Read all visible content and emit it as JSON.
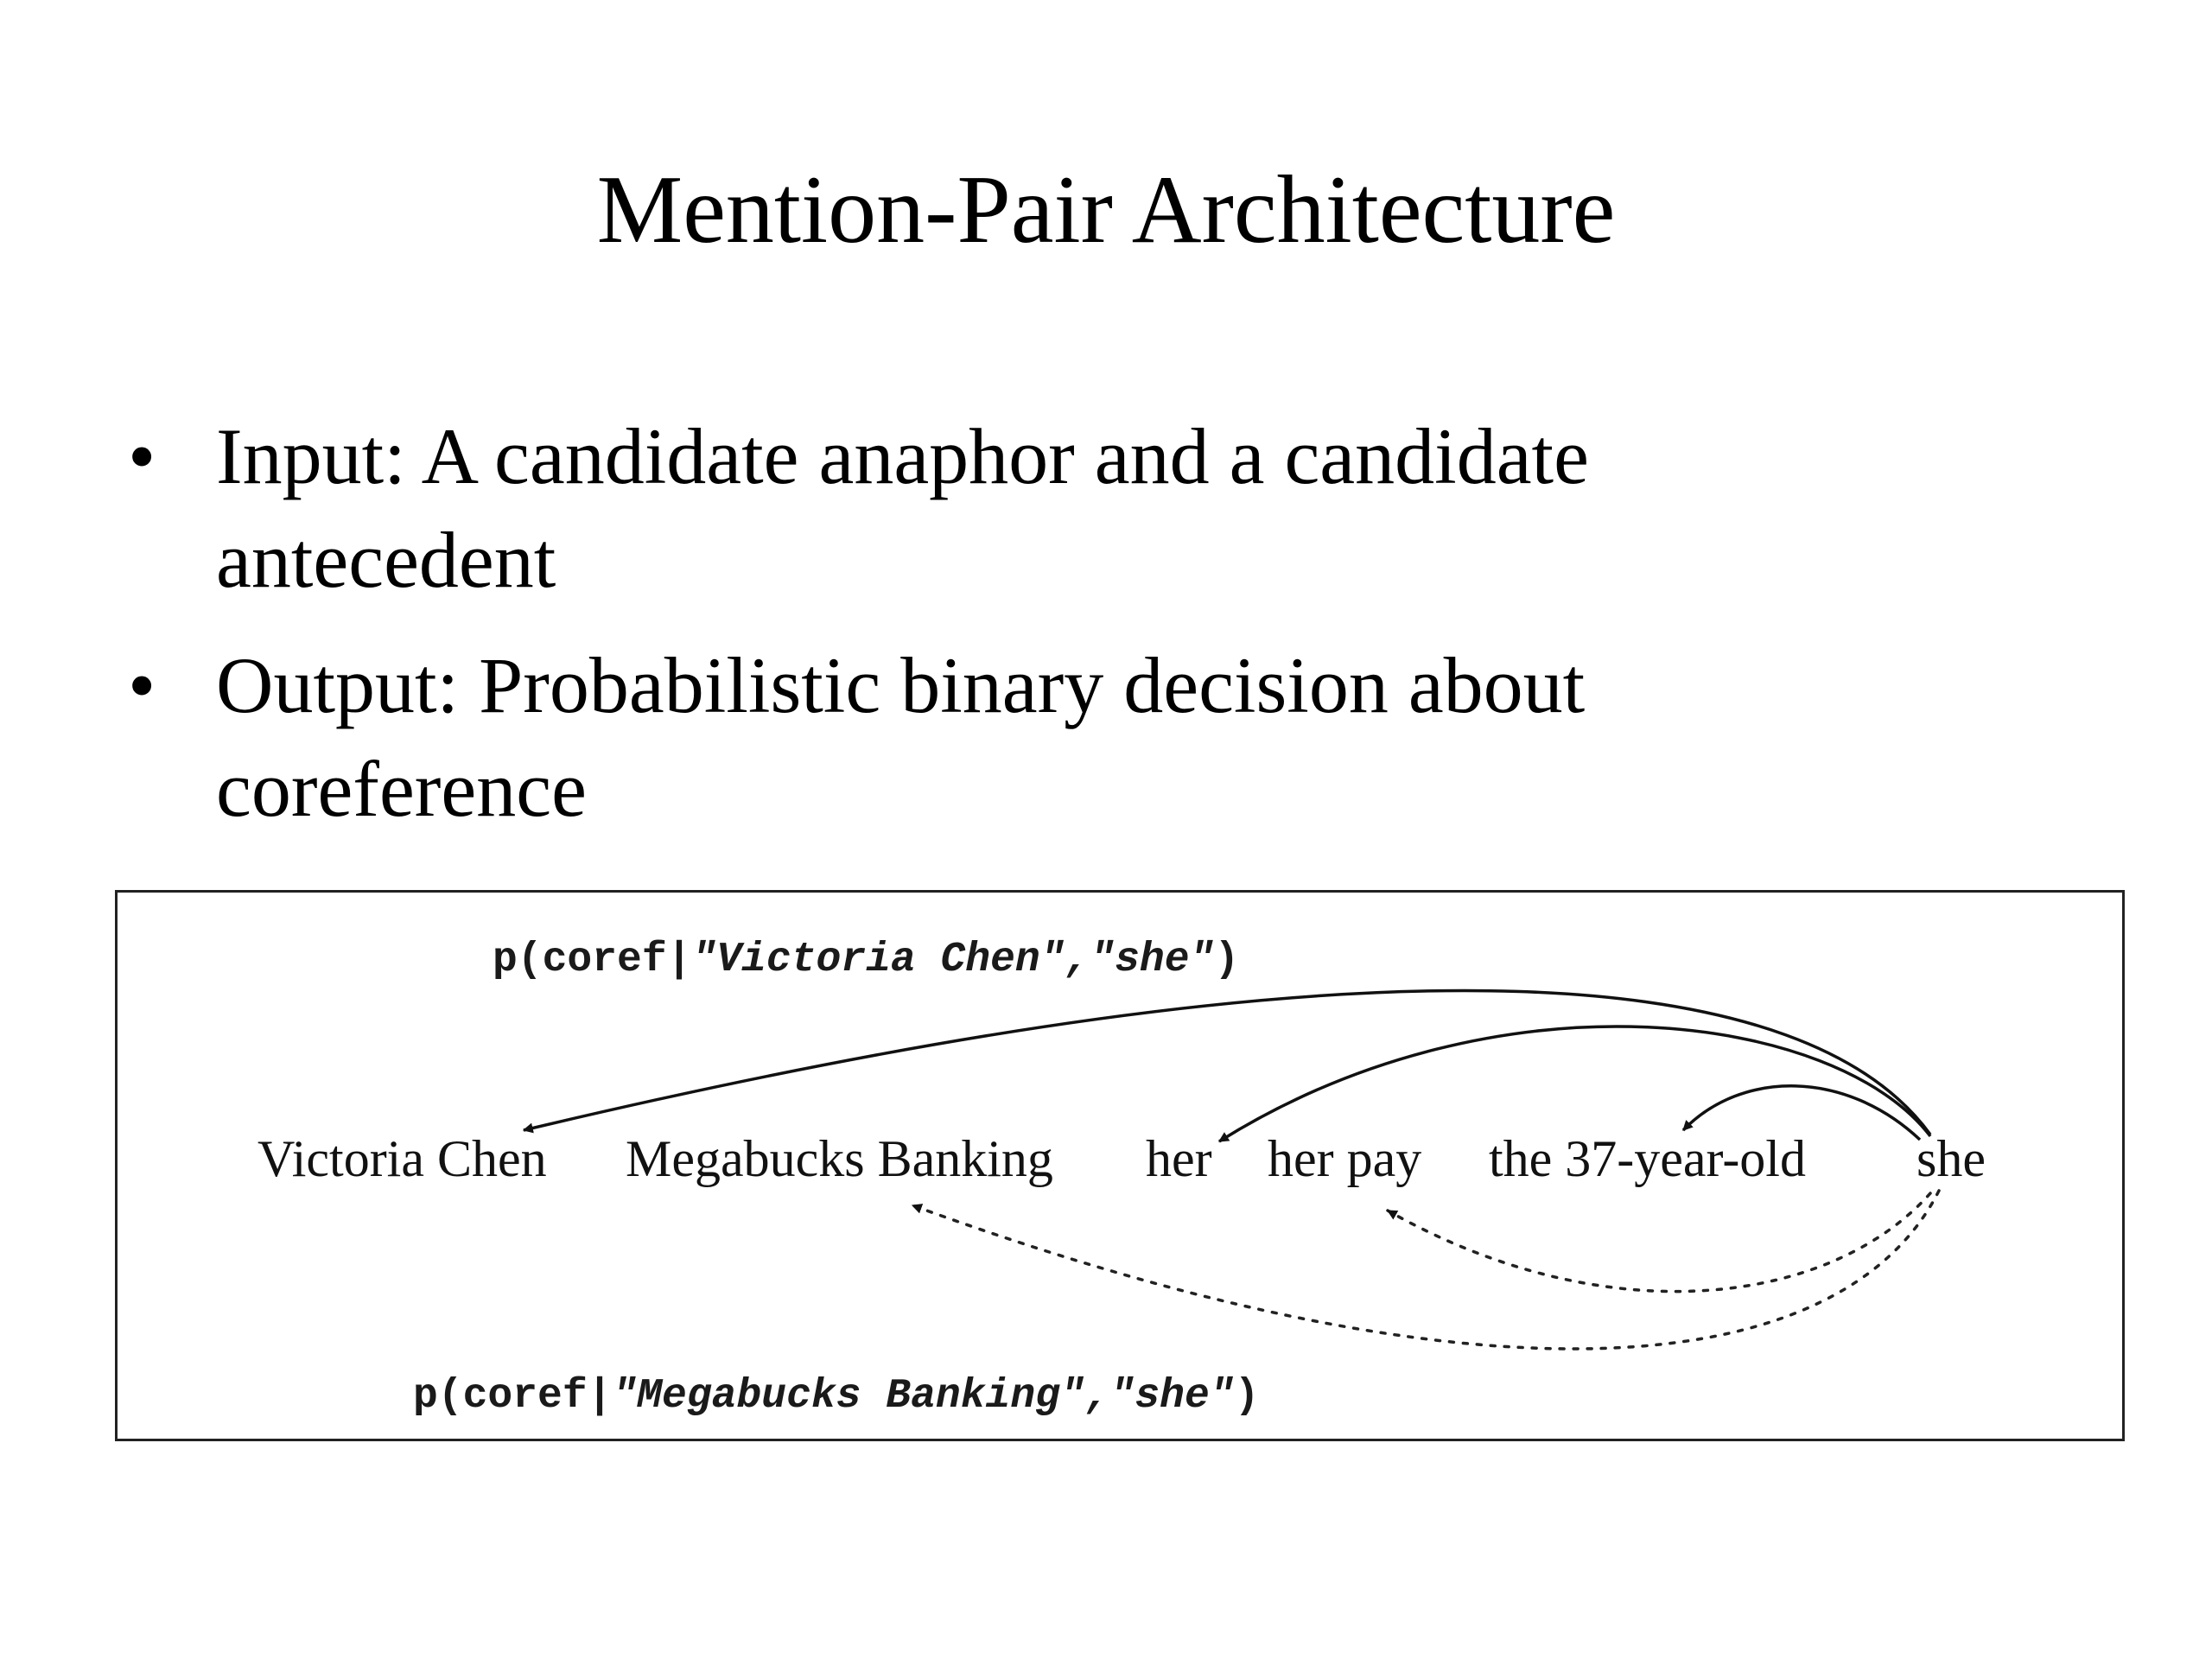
{
  "slide": {
    "title": "Mention-Pair Architecture",
    "bullets": [
      {
        "label": "Input:",
        "line1": "Input: A candidate anaphor and a candidate",
        "line2": "antecedent"
      },
      {
        "label": "Output:",
        "line1": "Output: Probabilistic binary decision about",
        "line2": "coreference"
      }
    ],
    "bullet_symbol": "•"
  },
  "figure": {
    "mentions": [
      "Victoria Chen",
      "Megabucks Banking",
      "her",
      "her pay",
      "the 37-year-old",
      "she"
    ],
    "top_label": {
      "prefix": "p(coref|",
      "args": "\"Victoria Chen\",\"she\"",
      "suffix": ")"
    },
    "bottom_label": {
      "prefix": "p(coref|",
      "args": "\"Megabucks Banking\",\"she\"",
      "suffix": ")"
    },
    "links": [
      {
        "from": "she",
        "to": "Victoria Chen",
        "style": "solid"
      },
      {
        "from": "she",
        "to": "her",
        "style": "solid"
      },
      {
        "from": "she",
        "to": "the 37-year-old",
        "style": "solid"
      },
      {
        "from": "she",
        "to": "her pay",
        "style": "dotted"
      },
      {
        "from": "she",
        "to": "Megabucks Banking",
        "style": "dotted"
      }
    ]
  }
}
